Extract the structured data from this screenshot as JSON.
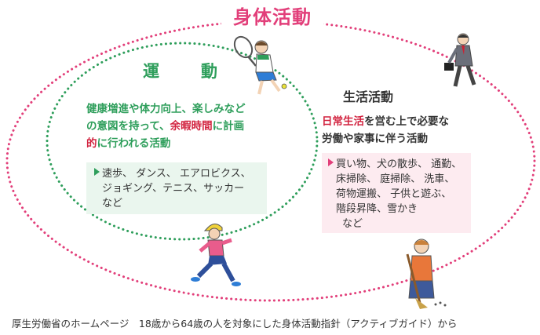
{
  "title": "身体活動",
  "undo": {
    "title": "運　動",
    "desc_line1": "健康増進や体力向上、楽しみなど",
    "desc_line2a": "の意図を持って、",
    "desc_line2b": "余暇時間",
    "desc_line2c": "に計画",
    "desc_line3a": "的",
    "desc_line3b": "に行われる活動",
    "examples_line1": "速歩、 ダンス、 エアロビクス、",
    "examples_line2": "ジョギング、テニス、サッカー",
    "examples_line3": "など"
  },
  "seikatsu": {
    "title": "生活活動",
    "desc_line1a": "日常生活",
    "desc_line1b": "を営む上で必要な",
    "desc_line2": "労働や家事に伴う活動",
    "examples_line1": "買い物、犬の散歩、 通勤、",
    "examples_line2": "床掃除、 庭掃除、 洗車、",
    "examples_line3": "荷物運搬、 子供と遊ぶ、",
    "examples_line4": "階段昇降、雪かき",
    "examples_line5": "など"
  },
  "footer": "厚生労働省のホームページ　18歳から64歳の人を対象にした身体活動指針（アクティブガイド）から",
  "colors": {
    "pink": "#e23f7a",
    "green": "#2e9e5b",
    "red": "#d2233f",
    "green_bg": "#eaf6ee",
    "pink_bg": "#fdebf0"
  }
}
